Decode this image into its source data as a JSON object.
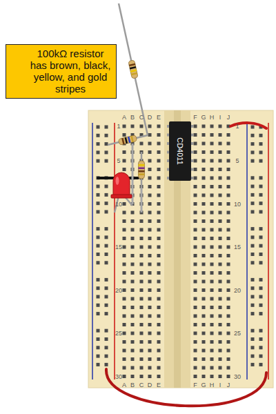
{
  "diagram": {
    "nodes": [
      {
        "text": [
          "100kΩ resistor has brown, black, yellow, and gold stripes"
        ]
      },
      {
        "text": [
          "CD4011"
        ]
      }
    ],
    "labels": [
      "A",
      "B",
      "C",
      "D",
      "E",
      "F",
      "G",
      "H",
      "I",
      "J",
      "A",
      "B",
      "C",
      "D",
      "E",
      "F",
      "G",
      "H",
      "I",
      "J",
      "1",
      "5",
      "10",
      "15",
      "20",
      "25",
      "30",
      "1",
      "5",
      "10",
      "15",
      "20",
      "25",
      "30"
    ]
  }
}
